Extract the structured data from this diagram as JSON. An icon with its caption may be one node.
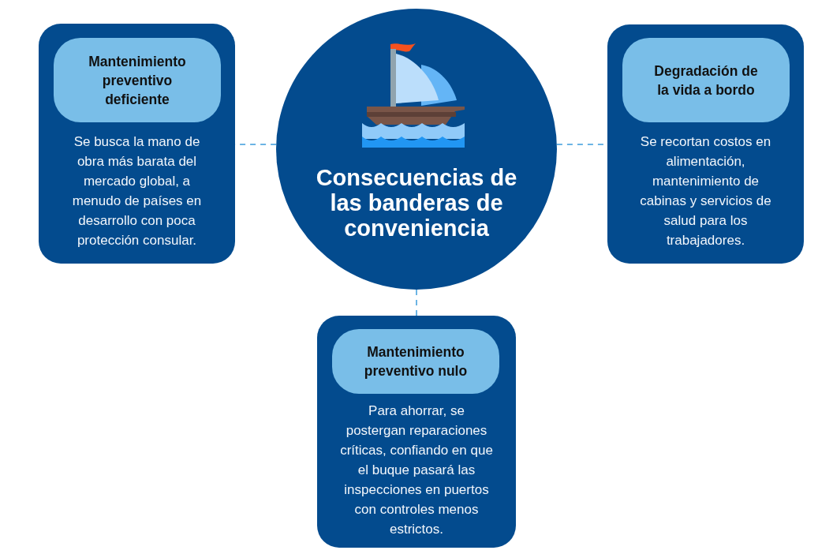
{
  "diagram": {
    "nodes": [
      {
        "text": [
          "Se busca la mano de obra más barata del mercado global, a menudo de países en desarrollo con poca protección consular."
        ]
      },
      {
        "text": [
          "Mantenimiento preventivo deficiente"
        ],
        "in": 0
      },
      {
        "text": [
          "Consecuencias de las banderas de conveniencia"
        ]
      },
      {
        "text": [
          "Se recortan costos en alimentación, mantenimiento de cabinas y servicios de salud para los trabajadores."
        ]
      },
      {
        "text": [
          "Degradación de la vida a bordo"
        ],
        "in": 3
      },
      {
        "text": [
          "Para ahorrar, se postergan reparaciones críticas, confiando en que el buque pasará las inspecciones en puertos con controles menos estrictos."
        ]
      },
      {
        "text": [
          "Mantenimiento preventivo nulo"
        ],
        "in": 5
      }
    ],
    "edges": [
      {
        "from": 2,
        "to": 0,
        "arrow": "none",
        "style": "dashed"
      },
      {
        "from": 2,
        "to": 3,
        "arrow": "none",
        "style": "dashed"
      },
      {
        "from": 2,
        "to": 5,
        "arrow": "none",
        "style": "dashed"
      }
    ]
  }
}
